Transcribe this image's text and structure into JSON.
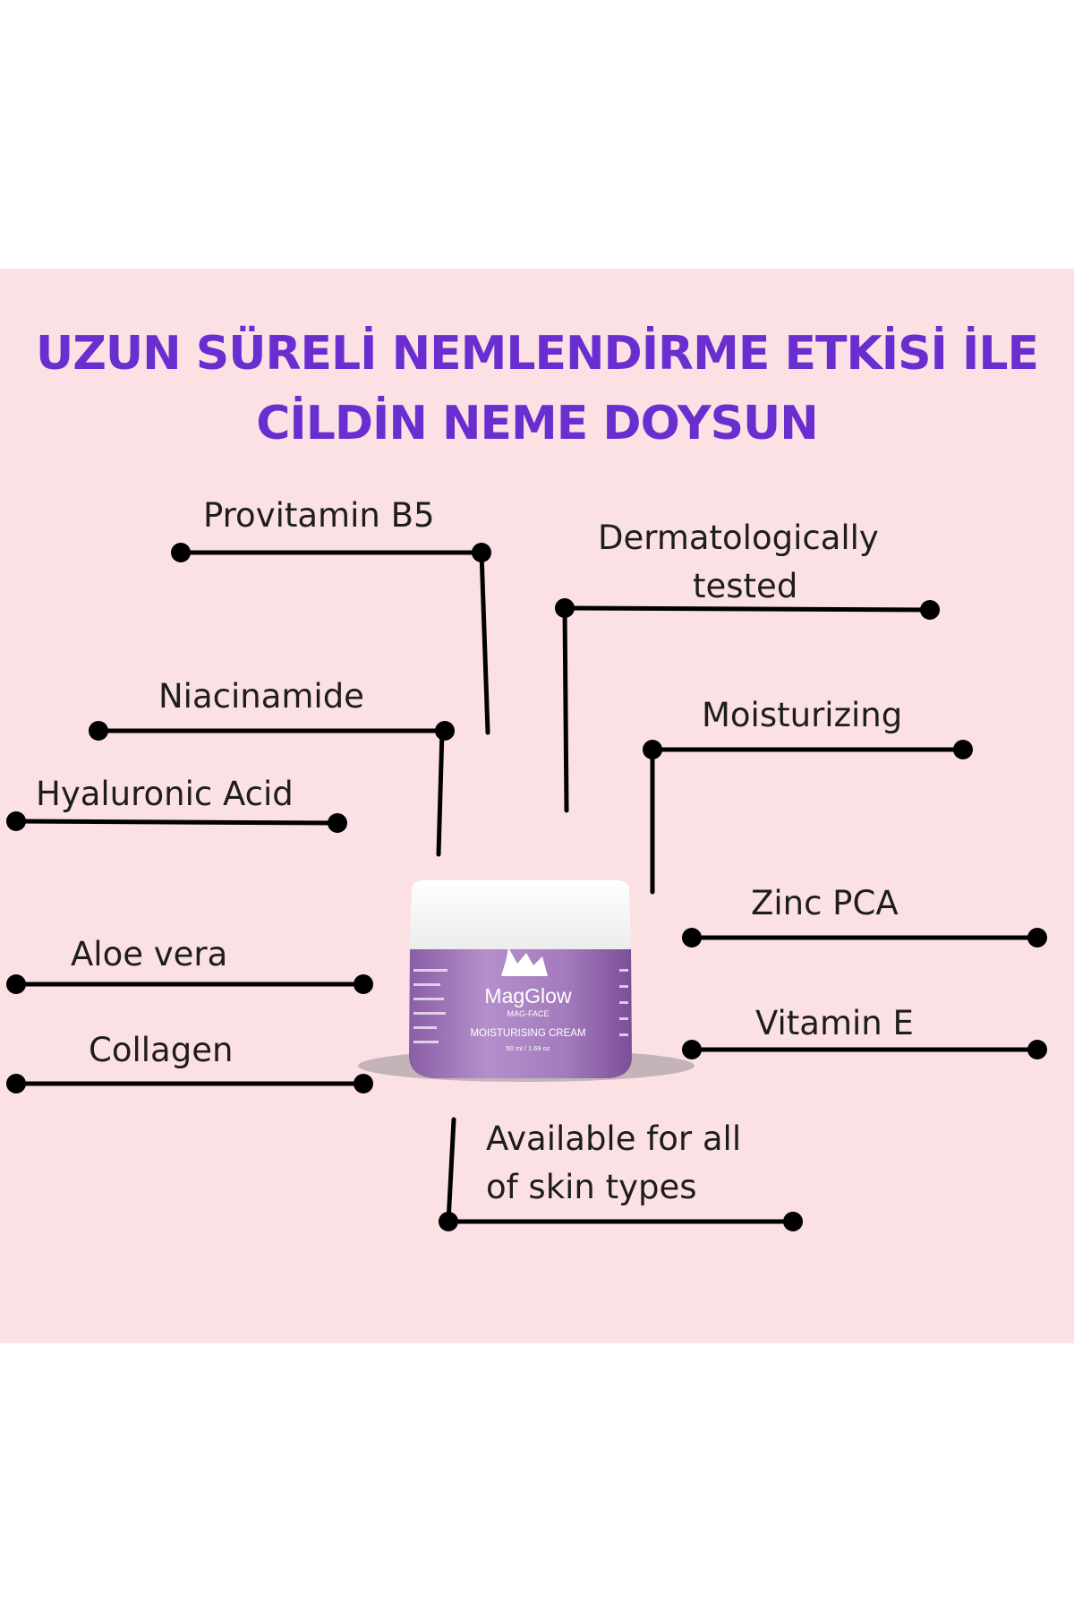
{
  "headline": {
    "line1": "UZUN SÜRELİ NEMLENDİRME ETKİSİ İLE",
    "line2": "CİLDİN NEME DOYSUN"
  },
  "features": {
    "provitamin_b5": "Provitamin B5",
    "niacinamide": "Niacinamide",
    "hyaluronic_acid": "Hyaluronic Acid",
    "aloe_vera": "Aloe vera",
    "collagen": "Collagen",
    "dermatologically_tested_line1": "Dermatologically",
    "dermatologically_tested_line2": "tested",
    "moisturizing": "Moisturizing",
    "zinc_pca": "Zinc PCA",
    "vitamin_e": "Vitamin E",
    "skin_types_line1": "Available for all",
    "skin_types_line2": "of skin types"
  },
  "product": {
    "brand": "MagGlow",
    "sub_brand": "MAG-FACE",
    "name": "MOISTURISING CREAM",
    "volume": "50 ml / 1.69 oz",
    "side_ingredients": [
      "Hyaluronic Acid",
      "Collagen",
      "Niacinamide",
      "Provitamin B5",
      "Zinc PCA",
      "Vitamin E"
    ]
  },
  "colors": {
    "background": "#fbe1e4",
    "headline": "#6a2ed0",
    "text": "#1d1d1d",
    "jar_body": "#a77dc0",
    "jar_lid": "#ffffff"
  }
}
